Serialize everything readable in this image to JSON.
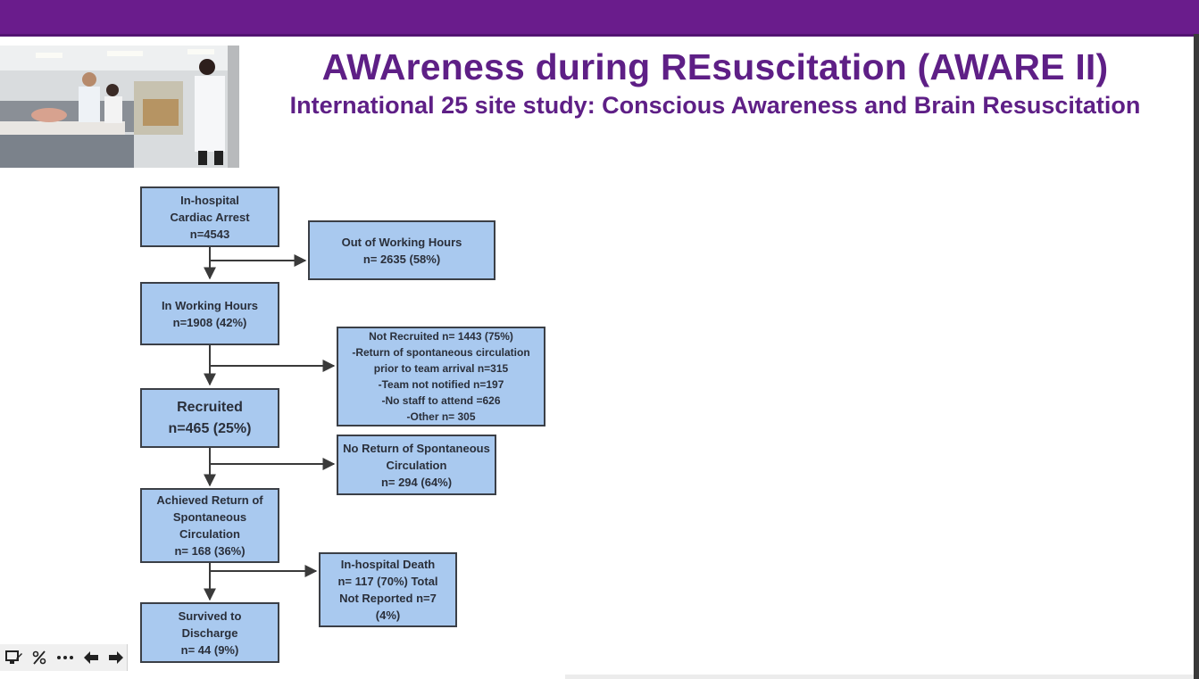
{
  "slide": {
    "title": "AWAreness during REsuscitation (AWARE II)",
    "subtitle": "International 25 site study: Conscious Awareness and Brain Resuscitation"
  },
  "flowchart": {
    "cardiac_arrest": [
      "In-hospital",
      "Cardiac Arrest",
      "n=4543"
    ],
    "out_of_hours": [
      "Out of Working Hours",
      "n= 2635 (58%)"
    ],
    "in_hours": [
      "In Working Hours",
      "n=1908 (42%)"
    ],
    "not_recruited": [
      "Not Recruited n=  1443 (75%)",
      "-Return of spontaneous circulation",
      "prior to team arrival   n=315",
      "-Team not notified n=197",
      "-No staff to attend =626",
      "-Other n= 305"
    ],
    "recruited": [
      "Recruited",
      "n=465 (25%)"
    ],
    "no_rosc": [
      "No Return of Spontaneous",
      "Circulation",
      "n= 294 (64%)"
    ],
    "rosc": [
      "Achieved Return of",
      "Spontaneous",
      "Circulation",
      "n= 168 (36%)"
    ],
    "death": [
      "In-hospital Death",
      "n= 117 (70%) Total",
      "Not Reported n=7",
      "(4%)"
    ],
    "survived": [
      "Survived to",
      "Discharge",
      "n= 44 (9%)"
    ]
  },
  "colors": {
    "header_bar": "#6a1c8c",
    "title_text": "#5e1f86",
    "box_fill": "#a9c9ef",
    "box_border": "#3b3f46",
    "arrow": "#3a3a3a"
  },
  "toolbar": {
    "icons": [
      "monitor-pen-icon",
      "percent-slash-icon",
      "more-dots-icon",
      "arrow-left-icon",
      "arrow-right-icon"
    ]
  }
}
